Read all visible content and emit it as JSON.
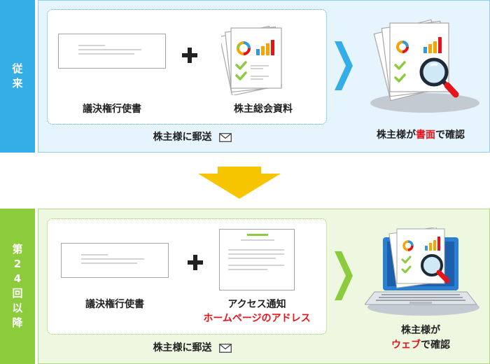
{
  "before": {
    "side_label": "従来",
    "doc1_label": "議決権行使書",
    "doc2_label": "株主総会資料",
    "mail_label": "株主様に郵送",
    "result_prefix": "株主様が",
    "result_highlight": "書面",
    "result_suffix": "で確認"
  },
  "after": {
    "side_label": "第24回以降",
    "doc1_label": "議決権行使書",
    "doc2_label": "アクセス通知",
    "doc2_sublabel": "ホームページのアドレス",
    "mail_label": "株主様に郵送",
    "result_line1": "株主様が",
    "result_highlight": "ウェブ",
    "result_suffix": "で確認"
  },
  "icons": {
    "plus": "plus-icon",
    "arrow": "chevron-right-icon",
    "down": "down-arrow-icon",
    "mail": "envelope-icon",
    "magnifier": "magnifier-icon",
    "laptop": "laptop-icon",
    "check": "checkmark-icon",
    "donut": "donut-chart-icon",
    "bars": "bar-chart-icon"
  },
  "colors": {
    "blue": "#35aee8",
    "green": "#8ccc3c",
    "yellow": "#f7c400",
    "red": "#e5141b"
  }
}
